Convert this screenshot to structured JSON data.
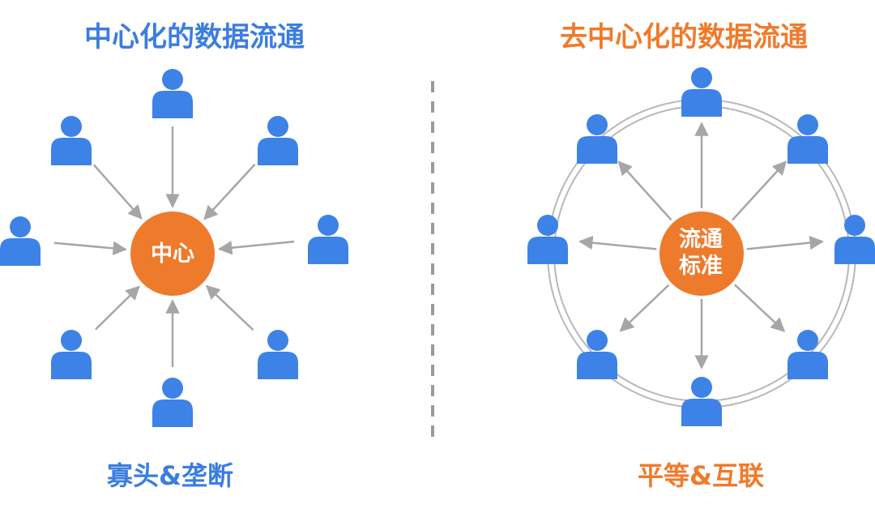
{
  "left_panel": {
    "title": "中心化的数据流通",
    "hub_label": "中心",
    "caption": "寡头&垄断",
    "flow_direction": "inward",
    "node_count": 8
  },
  "right_panel": {
    "title": "去中心化的数据流通",
    "hub_label_line1": "流通",
    "hub_label_line2": "标准",
    "caption": "平等&互联",
    "flow_direction": "outward",
    "node_count": 8
  },
  "icons": {
    "user": "user-icon",
    "hub": "hub-circle",
    "divider": "dashed-divider"
  },
  "colors": {
    "blue_text": "#3b7de0",
    "orange_text": "#f07a2a",
    "user_blue": "#3d82e6",
    "hub_orange": "#ee7a2c",
    "arrow_gray": "#a6a6a6",
    "ring_gray": "#b8b8b8",
    "divider_gray": "#9a9a9a"
  }
}
